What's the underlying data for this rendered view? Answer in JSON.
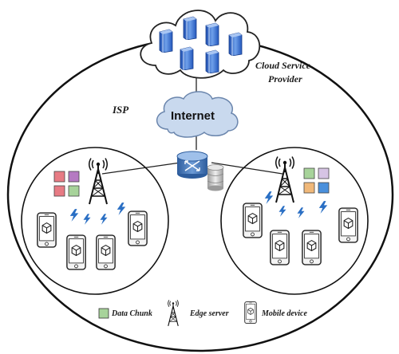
{
  "labels": {
    "cloud_line1": "Cloud Service",
    "cloud_line2": "Provider",
    "isp": "ISP",
    "internet": "Internet"
  },
  "legend": {
    "data_chunk": "Data Chunk",
    "edge_server": "Edge server",
    "mobile_device": "Mobile device"
  },
  "colors": {
    "server_blue": "#2f62c8",
    "internet_cloud": "#c9d9ee",
    "router": "#3d6fb5",
    "signal": "#2a6fc4",
    "chunk_red": "#e77b84",
    "chunk_purple": "#b57ac2",
    "chunk_green": "#a7d39a",
    "chunk_lavender": "#d6c4e4",
    "chunk_orange": "#f0b879",
    "chunk_blue": "#4a90dc"
  },
  "cells": [
    {
      "chunks": [
        "chunk_red",
        "chunk_purple",
        "chunk_red",
        "chunk_green"
      ]
    },
    {
      "chunks": [
        "chunk_green",
        "chunk_lavender",
        "chunk_orange",
        "chunk_blue"
      ]
    }
  ]
}
